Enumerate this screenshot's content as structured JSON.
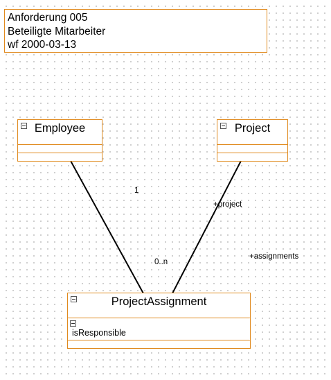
{
  "note": {
    "lines": [
      "Anforderung 005",
      "Beteiligte Mitarbeiter",
      "wf 2000-03-13"
    ]
  },
  "classes": {
    "employee": {
      "name": "Employee",
      "attributes": []
    },
    "project": {
      "name": "Project",
      "attributes": []
    },
    "project_assignment": {
      "name": "ProjectAssignment",
      "attributes": [
        "isResponsible"
      ]
    }
  },
  "associations": {
    "employee_assignment": {
      "source_multiplicity": "1",
      "target_multiplicity": "0..n"
    },
    "project_assignment": {
      "source_role": "+project",
      "target_role": "+assignments"
    }
  },
  "colors": {
    "class_border": "#e08a1e",
    "grid_dot": "#bfbfbf",
    "line": "#000000"
  },
  "icons": [
    "collapse-toggle-icon"
  ]
}
